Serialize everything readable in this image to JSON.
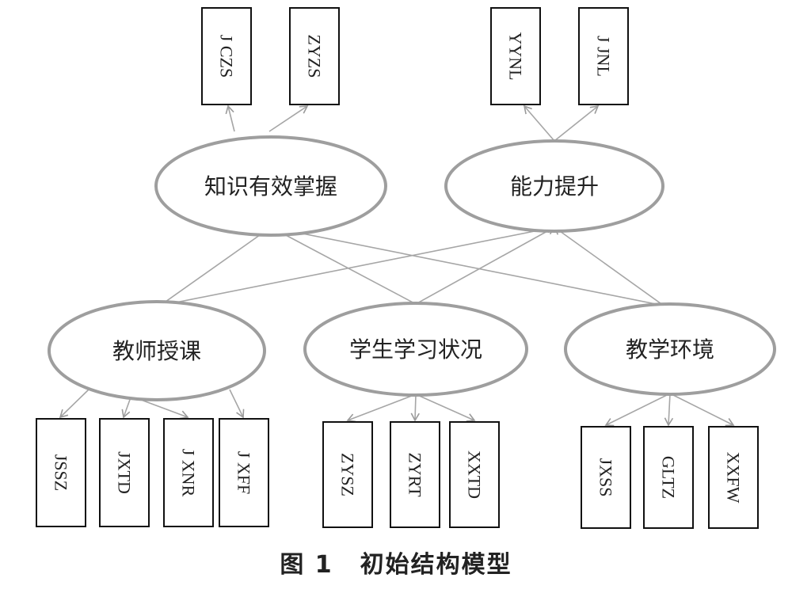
{
  "top_boxes": [
    {
      "id": "b_jczs",
      "label": "J CZS"
    },
    {
      "id": "b_zyzs",
      "label": "ZYZS"
    },
    {
      "id": "b_yynl",
      "label": "YYNL"
    },
    {
      "id": "b_jjnl",
      "label": "J JNL"
    }
  ],
  "middle_nodes": [
    {
      "id": "e_zsyx",
      "label": "知识有效掌握"
    },
    {
      "id": "e_nlts",
      "label": "能力提升"
    }
  ],
  "lower_nodes": [
    {
      "id": "e_jssk",
      "label": "教师授课"
    },
    {
      "id": "e_xsxx",
      "label": "学生学习状况"
    },
    {
      "id": "e_jxhj",
      "label": "教学环境"
    }
  ],
  "bottom_boxes": [
    {
      "id": "b_jssz",
      "label": "JSSZ"
    },
    {
      "id": "b_jxtd",
      "label": "JXTD"
    },
    {
      "id": "b_jxnr",
      "label": "J XNR"
    },
    {
      "id": "b_jxff",
      "label": "J XFF"
    },
    {
      "id": "b_zysz",
      "label": "ZYSZ"
    },
    {
      "id": "b_zyrt",
      "label": "ZYRT"
    },
    {
      "id": "b_xxtd",
      "label": "XXTD"
    },
    {
      "id": "b_jxss",
      "label": "JXSS"
    },
    {
      "id": "b_gltz",
      "label": "GLTZ"
    },
    {
      "id": "b_xxfw",
      "label": "XXFW"
    }
  ],
  "caption": {
    "figure_number": "图 1",
    "title": "初始结构模型"
  }
}
